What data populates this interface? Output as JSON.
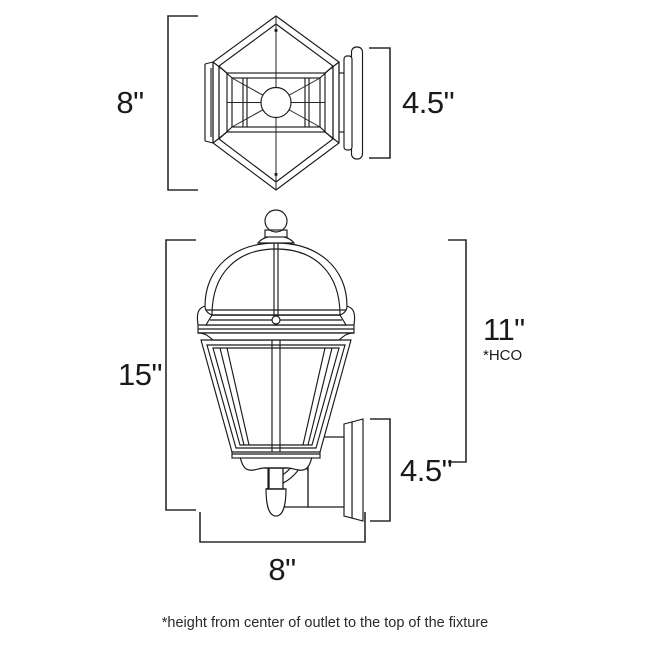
{
  "document": {
    "type": "product-dimension-spec-drawing",
    "subject": "outdoor wall lantern fixture"
  },
  "views": {
    "top": {
      "name": "top-view",
      "description": "plan view of square lantern shade with wall mount plate"
    },
    "side": {
      "name": "side-elevation-view",
      "description": "front elevation of wall lantern with dome top, finial, tapered glass cage, bottom finial and wall mount arm"
    }
  },
  "dimensions": {
    "top_width": {
      "label": "8\"",
      "position": "left",
      "view": "top"
    },
    "top_depth": {
      "label": "4.5\"",
      "position": "right",
      "view": "top"
    },
    "overall_height": {
      "label": "15\"",
      "position": "left",
      "view": "side"
    },
    "outlet_height": {
      "label": "11\"",
      "note": "*HCO",
      "position": "right",
      "view": "side"
    },
    "backplate_height": {
      "label": "4.5\"",
      "position": "right-lower",
      "view": "side"
    },
    "overall_width": {
      "label": "8\"",
      "position": "bottom",
      "view": "side"
    }
  },
  "footnote": {
    "text": "*height from center of outlet to the top of the fixture"
  },
  "colors": {
    "line": "#1a1a1a",
    "dimension": "#2b2b2b",
    "background": "#ffffff",
    "text": "#1a1a1a"
  }
}
